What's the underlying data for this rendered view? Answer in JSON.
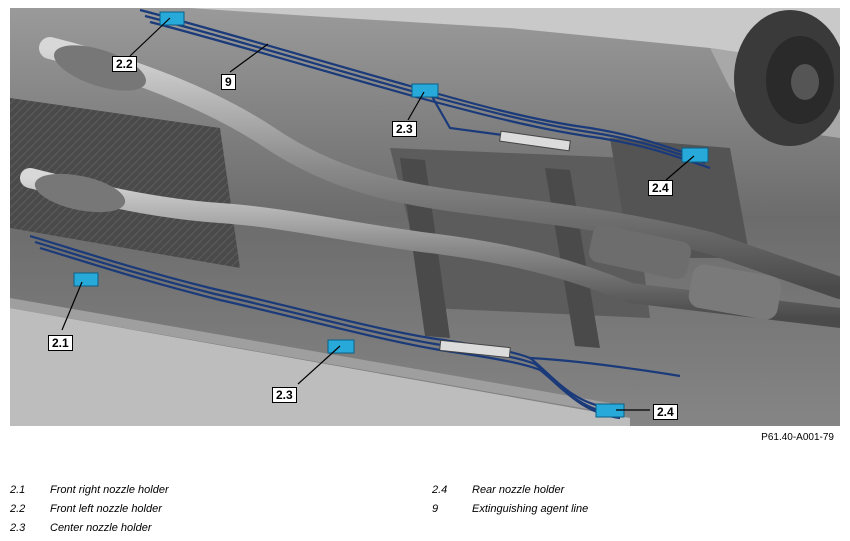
{
  "figure_code": "P61.40-A001-79",
  "callouts": {
    "c22": "2.2",
    "c9": "9",
    "c23_top": "2.3",
    "c24_top": "2.4",
    "c21": "2.1",
    "c23_bottom": "2.3",
    "c24_bottom": "2.4"
  },
  "legend": [
    {
      "num": "2.1",
      "text": "Front right nozzle holder"
    },
    {
      "num": "2.2",
      "text": "Front left nozzle holder"
    },
    {
      "num": "2.3",
      "text": "Center nozzle holder"
    },
    {
      "num": "2.4",
      "text": "Rear nozzle holder"
    },
    {
      "num": "9",
      "text": "Extinguishing agent line"
    }
  ],
  "colors": {
    "line": "#1a3a7a",
    "holder": "#27a9d9",
    "body": "#6f6f6f",
    "body_dark": "#3e3e3e",
    "body_light": "#b5b5b5"
  }
}
